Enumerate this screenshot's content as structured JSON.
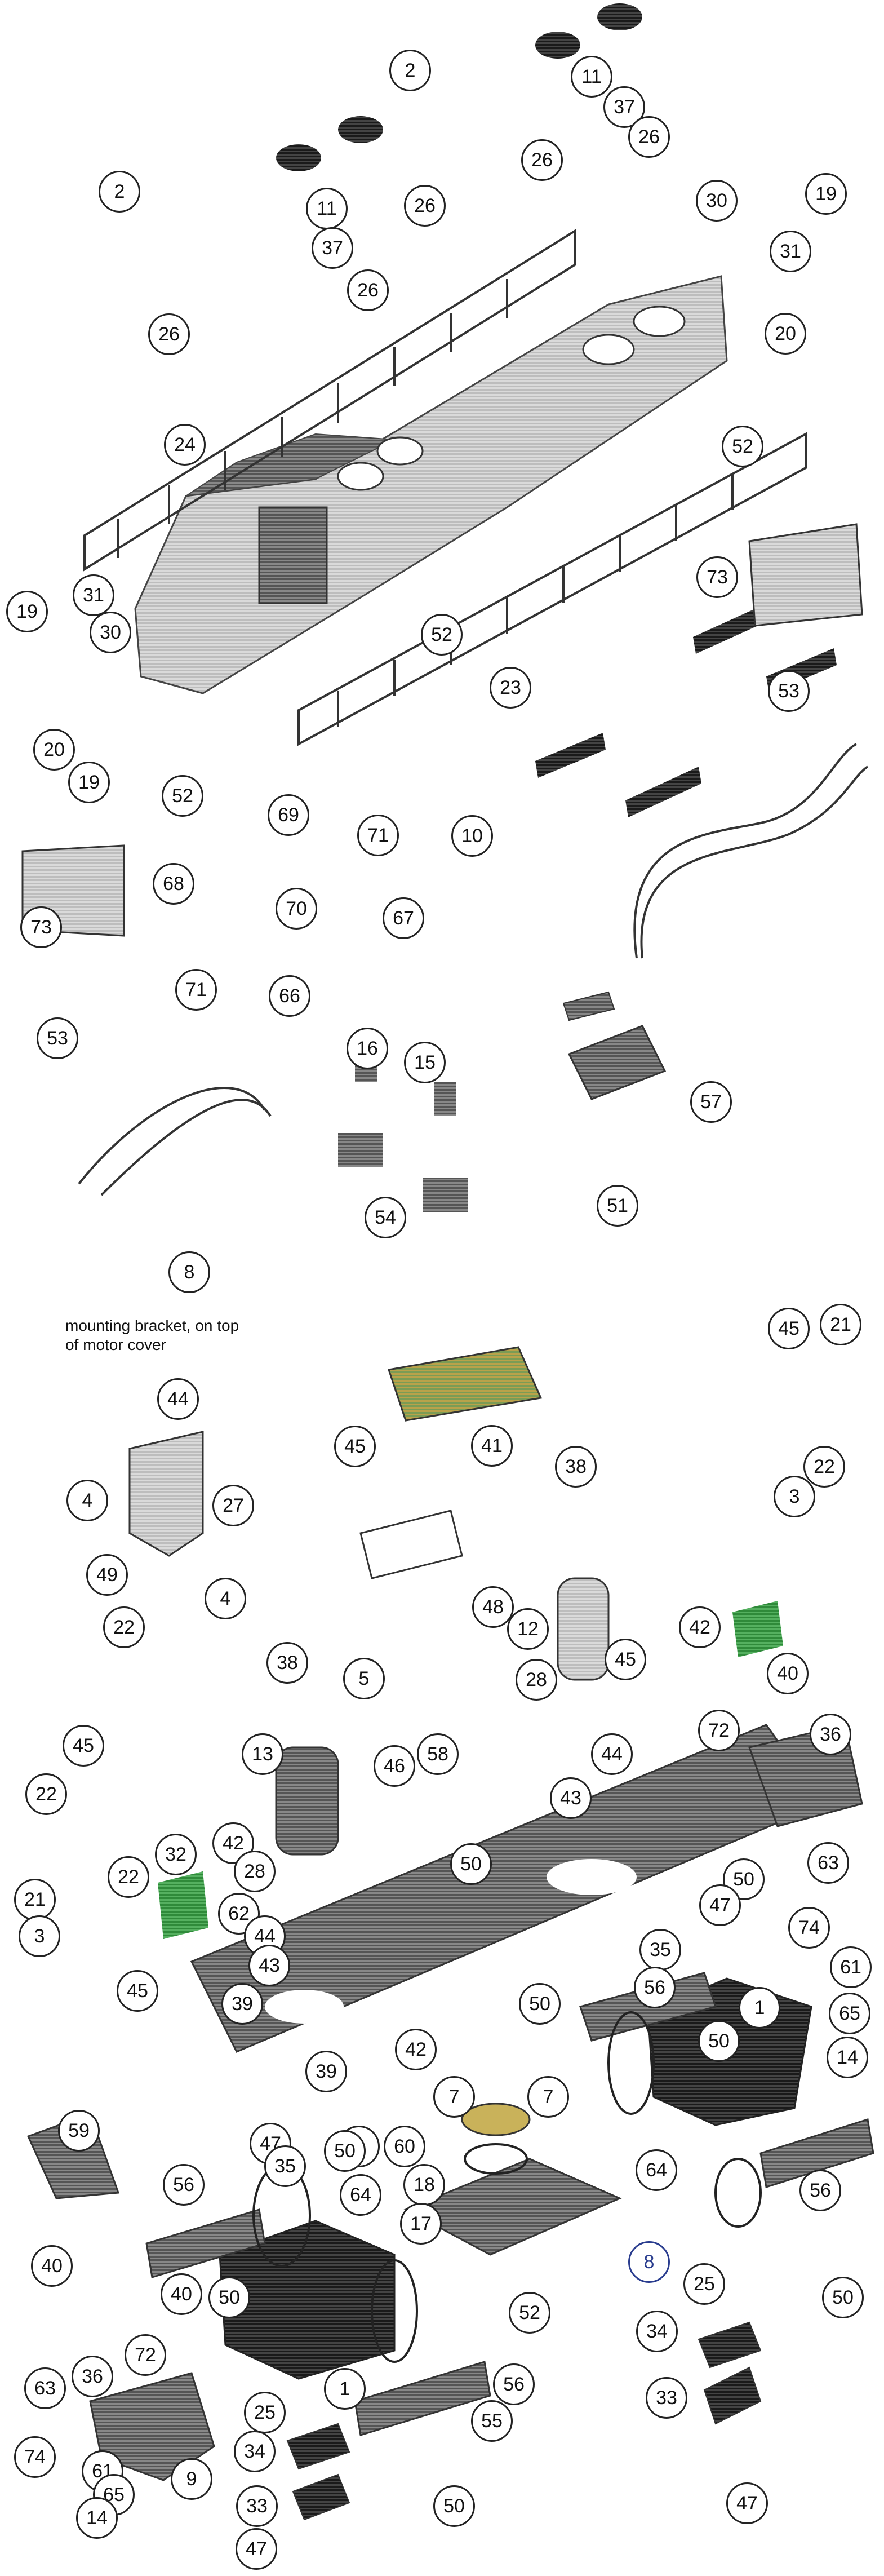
{
  "diagram": {
    "note_text": "mounting bracket, on top of motor cover",
    "callouts": {
      "c_upper_2a": "2",
      "c_upper_2b": "2",
      "c_upper_11a": "11",
      "c_upper_11b": "11",
      "c_upper_37a": "37",
      "c_upper_37b": "37",
      "c_upper_26a": "26",
      "c_upper_26b": "26",
      "c_upper_26c": "26",
      "c_upper_26d": "26",
      "c_upper_26e": "26",
      "c_upper_30a": "30",
      "c_upper_30b": "30",
      "c_upper_19a": "19",
      "c_upper_19b": "19",
      "c_upper_19c": "19",
      "c_upper_31a": "31",
      "c_upper_31b": "31",
      "c_upper_20a": "20",
      "c_upper_20b": "20",
      "c_upper_24": "24",
      "c_upper_23": "23",
      "c_upper_52a": "52",
      "c_upper_52b": "52",
      "c_upper_52c": "52",
      "c_upper_73a": "73",
      "c_upper_73b": "73",
      "c_upper_53a": "53",
      "c_upper_53b": "53",
      "c_upper_10": "10",
      "c_upper_69": "69",
      "c_upper_71a": "71",
      "c_upper_71b": "71",
      "c_upper_68": "68",
      "c_upper_70": "70",
      "c_upper_67": "67",
      "c_upper_66": "66",
      "c_upper_16": "16",
      "c_upper_15": "15",
      "c_upper_57": "57",
      "c_upper_54": "54",
      "c_upper_51": "51",
      "c_lower_8a": "8",
      "c_lower_8b": "8",
      "c_lower_45a": "45",
      "c_lower_45b": "45",
      "c_lower_45c": "45",
      "c_lower_45d": "45",
      "c_lower_45e": "45",
      "c_lower_21a": "21",
      "c_lower_21b": "21",
      "c_lower_44a": "44",
      "c_lower_44b": "44",
      "c_lower_44c": "44",
      "c_lower_41": "41",
      "c_lower_22a": "22",
      "c_lower_22b": "22",
      "c_lower_22c": "22",
      "c_lower_4a": "4",
      "c_lower_4b": "4",
      "c_lower_27": "27",
      "c_lower_3a": "3",
      "c_lower_3b": "3",
      "c_lower_38a": "38",
      "c_lower_38b": "38",
      "c_lower_49": "49",
      "c_lower_48": "48",
      "c_lower_12": "12",
      "c_lower_42a": "42",
      "c_lower_42b": "42",
      "c_lower_42c": "42",
      "c_lower_40a": "40",
      "c_lower_40b": "40",
      "c_lower_40c": "40",
      "c_lower_5": "5",
      "c_lower_28a": "28",
      "c_lower_28b": "28",
      "c_lower_72a": "72",
      "c_lower_72b": "72",
      "c_lower_36a": "36",
      "c_lower_36b": "36",
      "c_lower_13": "13",
      "c_lower_46": "46",
      "c_lower_58": "58",
      "c_lower_43a": "43",
      "c_lower_43b": "43",
      "c_lower_50a": "50",
      "c_lower_50b": "50",
      "c_lower_50c": "50",
      "c_lower_50d": "50",
      "c_lower_50e": "50",
      "c_lower_50f": "50",
      "c_lower_50g": "50",
      "c_lower_50h": "50",
      "c_lower_32": "32",
      "c_lower_63a": "63",
      "c_lower_63b": "63",
      "c_lower_47a": "47",
      "c_lower_47b": "47",
      "c_lower_47c": "47",
      "c_lower_47d": "47",
      "c_lower_74a": "74",
      "c_lower_74b": "74",
      "c_lower_62": "62",
      "c_lower_35a": "35",
      "c_lower_35b": "35",
      "c_lower_61a": "61",
      "c_lower_61b": "61",
      "c_lower_65a": "65",
      "c_lower_65b": "65",
      "c_lower_14a": "14",
      "c_lower_14b": "14",
      "c_lower_39a": "39",
      "c_lower_39b": "39",
      "c_lower_56a": "56",
      "c_lower_56b": "56",
      "c_lower_56c": "56",
      "c_lower_56d": "56",
      "c_lower_1a": "1",
      "c_lower_1b": "1",
      "c_lower_7a": "7",
      "c_lower_7b": "7",
      "c_lower_6": "6",
      "c_lower_60": "60",
      "c_lower_59": "59",
      "c_lower_18": "18",
      "c_lower_17": "17",
      "c_lower_64a": "64",
      "c_lower_64b": "64",
      "c_lower_25a": "25",
      "c_lower_25b": "25",
      "c_lower_34a": "34",
      "c_lower_34b": "34",
      "c_lower_33a": "33",
      "c_lower_33b": "33",
      "c_lower_9": "9",
      "c_lower_55": "55",
      "c_lower_52": "52"
    }
  }
}
